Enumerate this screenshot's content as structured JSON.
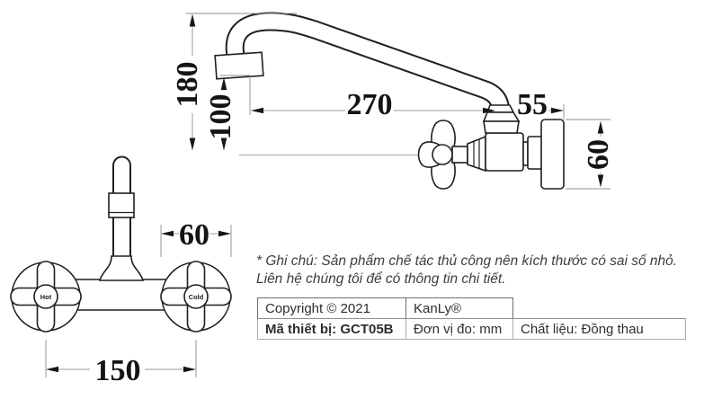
{
  "drawing": {
    "dimensions": {
      "total_height": "180",
      "spout_height": "100",
      "spout_reach": "270",
      "wall_offset": "55",
      "flange_height": "60",
      "handle_diameter": "60",
      "handle_spacing": "150"
    },
    "handles": {
      "hot": "Hot",
      "cold": "Cold"
    }
  },
  "note": {
    "line1": "* Ghi chú: Sản phẩm chế tác thủ công nên kích thước có sai số nhỏ.",
    "line2": "Liên hệ chúng tôi để có thông tin chi tiết."
  },
  "info_table": {
    "row1": {
      "copyright": "Copyright © 2021",
      "brand": "KanLy®"
    },
    "row2": {
      "model": "Mã thiết bị: GCT05B",
      "unit": "Đơn vị đo: mm",
      "material": "Chất liệu: Đồng thau"
    }
  },
  "colors": {
    "line_art": "#1f1f1f",
    "dimension_line": "#9b9b9b",
    "table_border_dark": "#6e6e6e",
    "table_border_light": "#ababab",
    "background": "#ffffff"
  }
}
